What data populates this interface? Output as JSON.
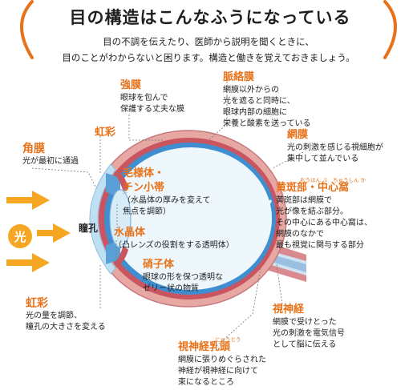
{
  "header": {
    "title": "目の構造はこんなふうになっている",
    "intro": [
      "目の不調を伝えたり、医師から説明を聞くときに、",
      "目のことがわからないと困ります。構造と働きを覚えておきましょう。"
    ]
  },
  "labels": {
    "kyomaku": {
      "title": "強膜",
      "lines": [
        "眼球を包んで",
        "保護する丈夫な膜"
      ]
    },
    "myakurakumaku": {
      "title": "脈絡膜",
      "lines": [
        "網膜以外からの",
        "光を遮ると同時に、",
        "眼球内部の細胞に",
        "栄養と酸素を送っている"
      ]
    },
    "kousai_top": {
      "title": "虹彩"
    },
    "kakumaku": {
      "title": "角膜",
      "lines": [
        "光が最初に通過"
      ]
    },
    "moumaku": {
      "title": "網膜",
      "lines": [
        "光の刺激を感じる視細胞が",
        "集中して並んでいる"
      ]
    },
    "moyoutai": {
      "title": "毛様体・",
      "title2": "チン小帯",
      "lines": [
        "（水晶体の厚みを変えて",
        "焦点を調節）"
      ]
    },
    "ouhanbu": {
      "title": "黄斑部・中心窩",
      "ruby": "おうはん ぶ　ちゅうしん か",
      "lines": [
        "黄斑部は網膜で",
        "光が像を結ぶ部分。",
        "その中心にある中心窩は、",
        "網膜のなかで",
        "最も視覚に関与する部分"
      ]
    },
    "doukou": {
      "title": "瞳孔"
    },
    "suishoutai": {
      "title": "水晶体",
      "lines": [
        "（凸レンズの役割をする透明体）"
      ]
    },
    "light": {
      "title": "光"
    },
    "shoushitai": {
      "title": "硝子体",
      "lines": [
        "眼球の形を保つ透明な",
        "ゼリー状の物質"
      ]
    },
    "kousai_bottom": {
      "title": "虹彩",
      "lines": [
        "光の量を調節、",
        "瞳孔の大きさを変える"
      ]
    },
    "shishinkei": {
      "title": "視神経",
      "lines": [
        "網膜で受けとった",
        "光の刺激を電気信号",
        "として脳に伝える"
      ]
    },
    "shishinkei_nyuutou": {
      "title": "視神経乳頭",
      "ruby": "にゅうとう",
      "lines": [
        "網膜に張りめぐらされた",
        "神経が視神経に向けて",
        "束になるところ"
      ]
    }
  },
  "colors": {
    "accent": "#e8721a",
    "sclera": "#d98a8e",
    "choroid": "#c85560",
    "retina": "#3f8fd0",
    "vitreous": "#eaf5fb",
    "light": "#f5a623"
  }
}
